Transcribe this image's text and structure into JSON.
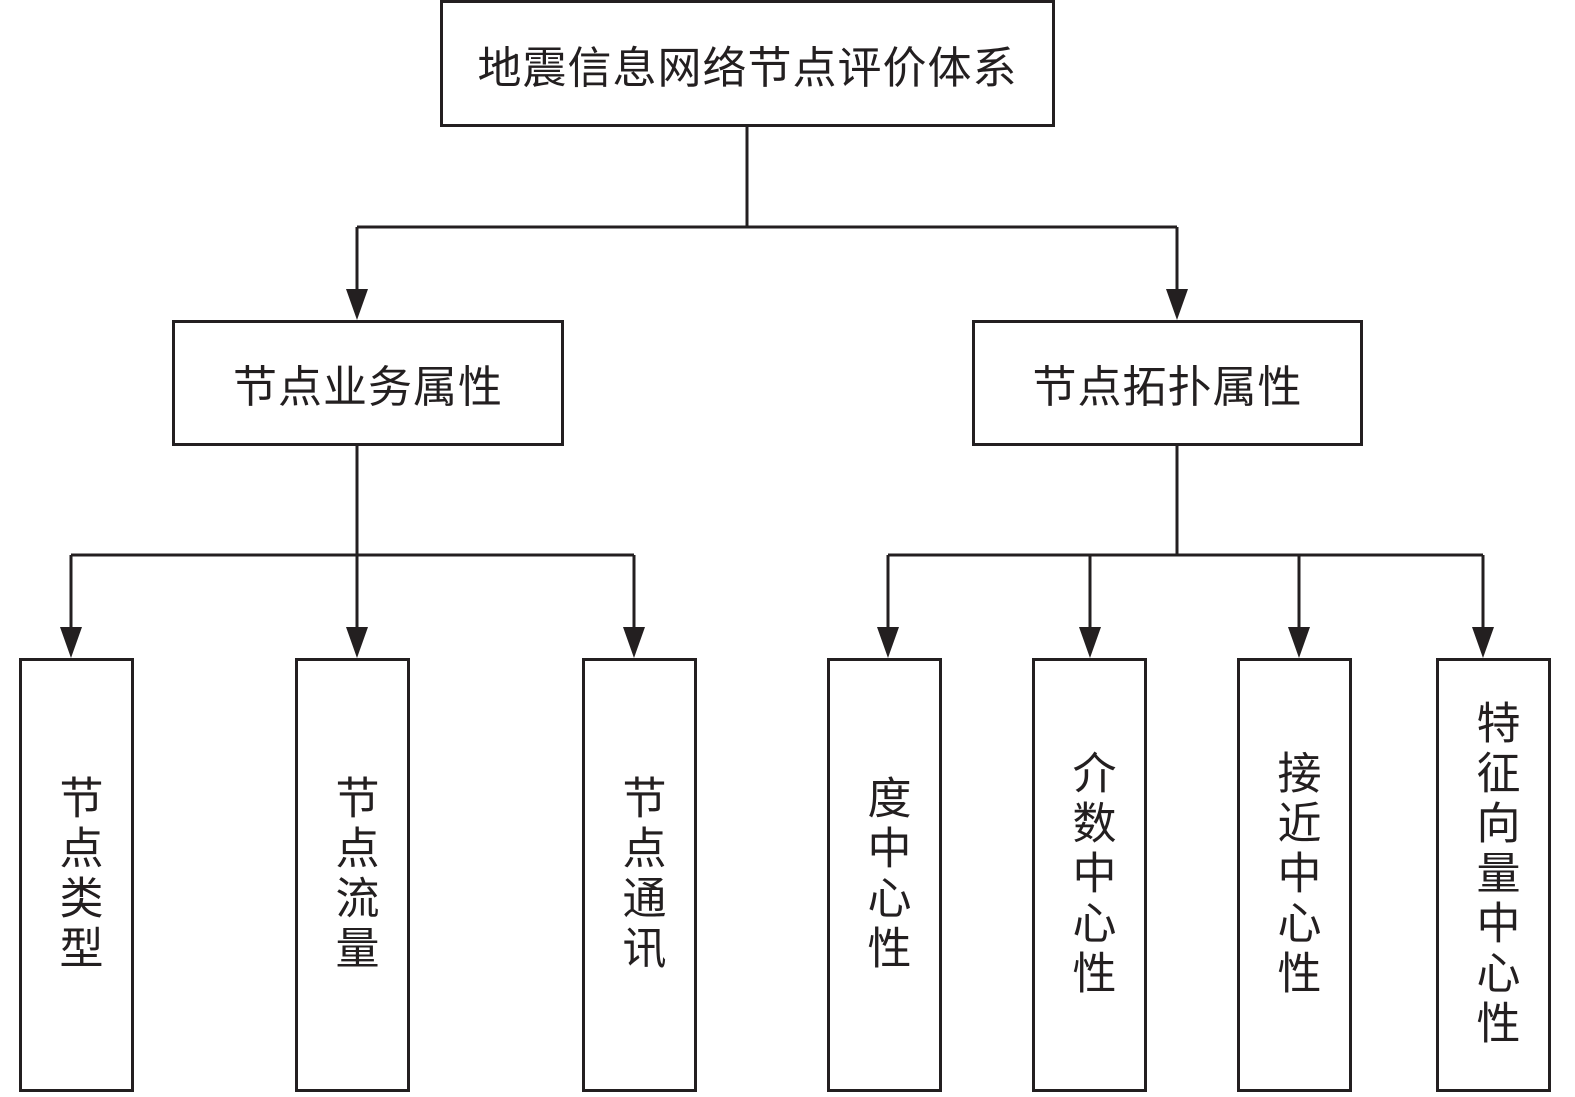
{
  "diagram": {
    "root": {
      "label": "地震信息网络节点评价体系"
    },
    "branches": [
      {
        "label": "节点业务属性",
        "children": [
          "节点类型",
          "节点流量",
          "节点通讯"
        ]
      },
      {
        "label": "节点拓扑属性",
        "children": [
          "度中心性",
          "介数中心性",
          "接近中心性",
          "特征向量中心性"
        ]
      }
    ],
    "colors": {
      "line": "#231f20",
      "box_border": "#231f20",
      "background": "#ffffff"
    }
  }
}
